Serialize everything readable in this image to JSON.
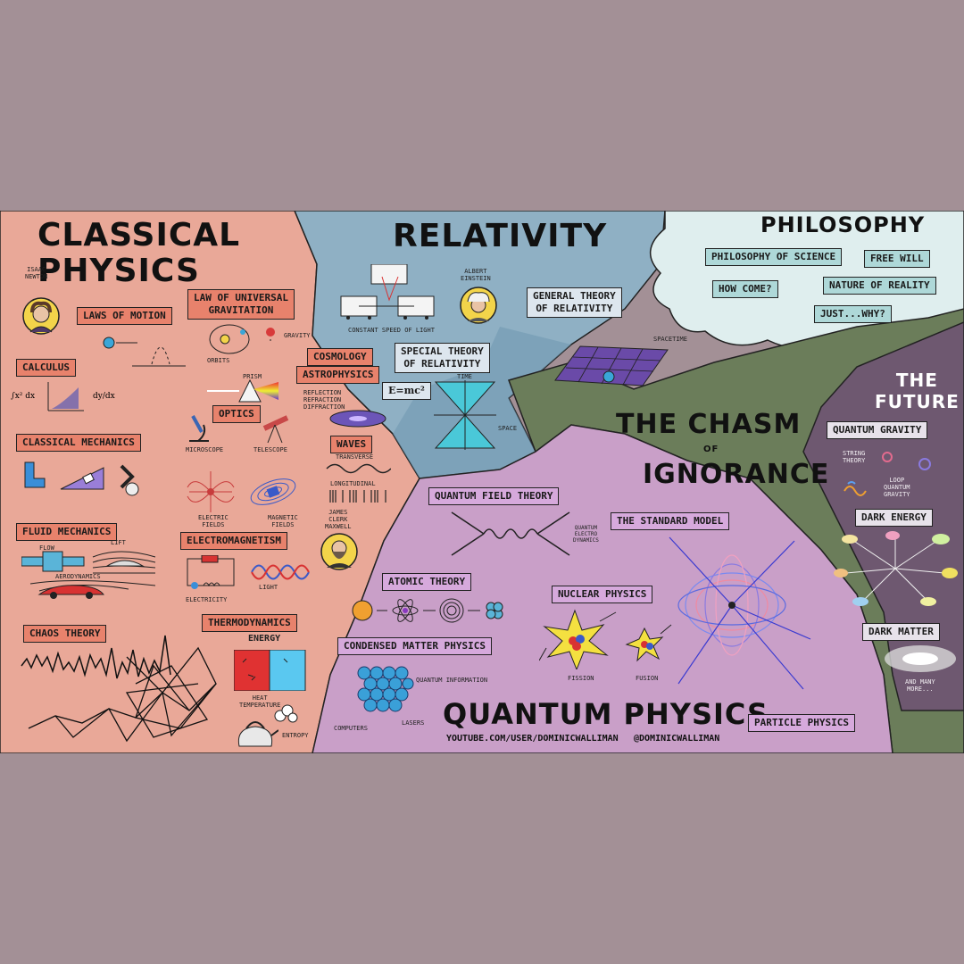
{
  "colors": {
    "frame": "#a39096",
    "classical": "#e9a898",
    "relativity": "#8fb0c4",
    "philosophy": "#dfeeee",
    "quantum": "#c99fc8",
    "future": "#6e5870",
    "chasm": "#6b7d5a"
  },
  "sections": {
    "classical": "CLASSICAL\nPHYSICS",
    "relativity": "RELATIVITY",
    "philosophy": "PHILOSOPHY",
    "future": "THE\nFUTURE",
    "chasm": "THE CHASM",
    "chasm_of": "OF",
    "chasm_ignorance": "IGNORANCE",
    "quantum": "QUANTUM PHYSICS"
  },
  "credits": {
    "youtube": "YOUTUBE.COM/USER/DOMINICWALLIMAN",
    "handle": "@DOMINICWALLIMAN"
  },
  "classical": {
    "boxes": {
      "laws_of_motion": "LAWS OF MOTION",
      "universal_gravitation": "LAW OF UNIVERSAL\nGRAVITATION",
      "calculus": "CALCULUS",
      "cosmology": "COSMOLOGY",
      "astrophysics": "ASTROPHYSICS",
      "optics": "OPTICS",
      "classical_mechanics": "CLASSICAL MECHANICS",
      "waves": "WAVES",
      "fluid_mechanics": "FLUID MECHANICS",
      "electromagnetism": "ELECTROMAGNETISM",
      "chaos_theory": "CHAOS THEORY",
      "thermodynamics": "THERMODYNAMICS"
    },
    "labels": {
      "newton": "ISAAC\nNEWTON",
      "orbits": "ORBITS",
      "gravity": "GRAVITY",
      "prism": "PRISM",
      "reflection": "REFLECTION\nREFRACTION\nDIFFRACTION",
      "microscope": "MICROSCOPE",
      "telescope": "TELESCOPE",
      "transverse": "TRANSVERSE",
      "longitudinal": "LONGITUDINAL",
      "flow": "FLOW",
      "lift": "LIFT",
      "aerodynamics": "AERODYNAMICS",
      "electric_fields": "ELECTRIC\nFIELDS",
      "magnetic_fields": "MAGNETIC\nFIELDS",
      "maxwell": "JAMES\nCLERK\nMAXWELL",
      "electricity": "ELECTRICITY",
      "light": "LIGHT",
      "energy": "ENERGY",
      "heat": "HEAT\nTEMPERATURE",
      "entropy": "ENTROPY"
    }
  },
  "relativity": {
    "labels": {
      "constant_speed": "CONSTANT SPEED OF LIGHT",
      "einstein": "ALBERT\nEINSTEIN",
      "emc2": "E=mc²",
      "time": "TIME",
      "space": "SPACE",
      "spacetime": "SPACETIME"
    },
    "boxes": {
      "special": "SPECIAL THEORY\nOF RELATIVITY",
      "general": "GENERAL THEORY\nOF RELATIVITY"
    }
  },
  "philosophy": {
    "boxes": [
      "PHILOSOPHY OF SCIENCE",
      "FREE WILL",
      "HOW COME?",
      "NATURE OF REALITY",
      "JUST...WHY?"
    ]
  },
  "future": {
    "boxes": {
      "quantum_gravity": "QUANTUM GRAVITY",
      "dark_energy": "DARK ENERGY",
      "dark_matter": "DARK MATTER"
    },
    "labels": {
      "string_theory": "STRING\nTHEORY",
      "loop": "LOOP\nQUANTUM\nGRAVITY",
      "and_many_more": "AND MANY\nMORE..."
    }
  },
  "quantum": {
    "boxes": {
      "qft": "QUANTUM FIELD THEORY",
      "standard_model": "THE STANDARD MODEL",
      "atomic": "ATOMIC THEORY",
      "nuclear": "NUCLEAR PHYSICS",
      "condensed": "CONDENSED MATTER PHYSICS",
      "particle": "PARTICLE PHYSICS"
    },
    "labels": {
      "qed": "QUANTUM\nELECTRO\nDYNAMICS",
      "quantum_information": "QUANTUM INFORMATION",
      "computers": "COMPUTERS",
      "lasers": "LASERS",
      "fission": "FISSION",
      "fusion": "FUSION"
    }
  }
}
